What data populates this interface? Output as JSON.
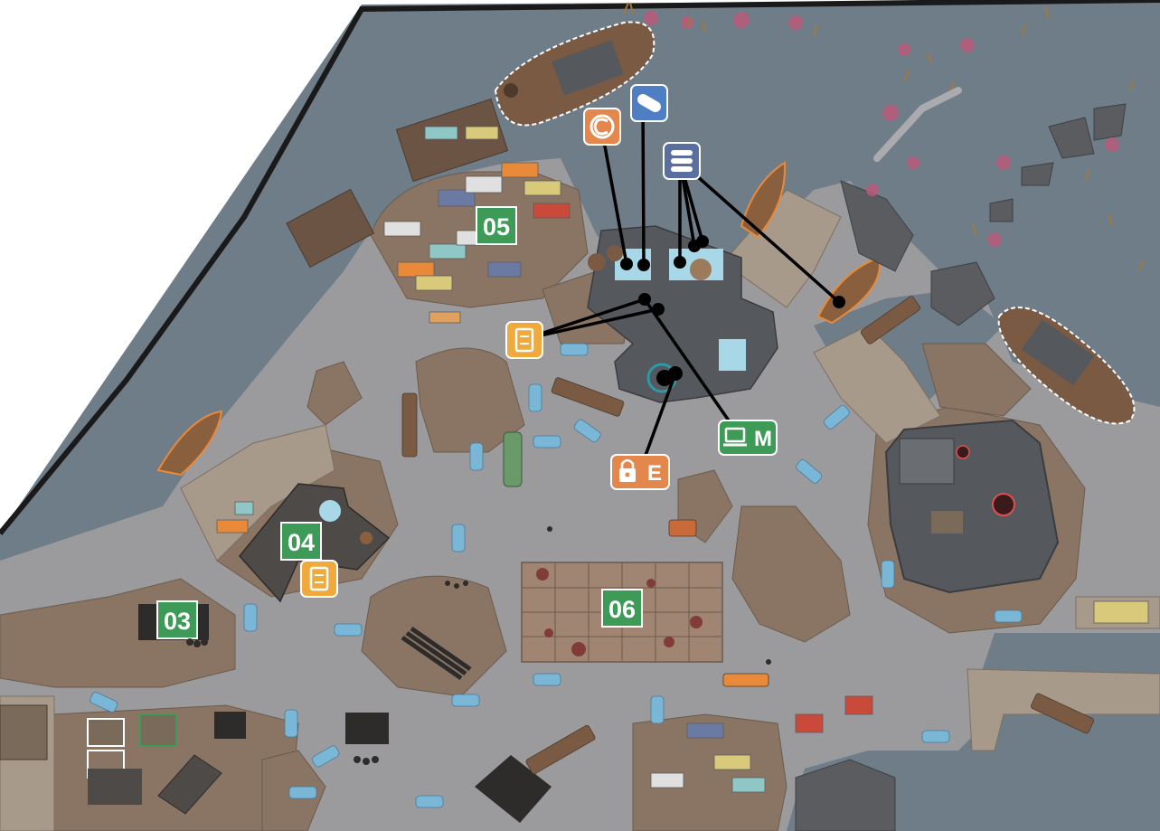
{
  "map": {
    "colors": {
      "water": "#6f7d88",
      "ground": "#9b9b9e",
      "dirt": "#8a7564",
      "dock": "#a89a8a",
      "zone_label_bg": "#3e9a57",
      "loot_icon_bg": "#f0a93c",
      "key_icon_bg": "#e4874c",
      "computer_icon_bg": "#3e9a57",
      "ammo_icon_bg": "#5a6f9e",
      "barrel_icon_bg": "#4f7ec4",
      "coin_icon_bg": "#e4874c",
      "connector": "#000000"
    },
    "zones": [
      {
        "id": "zone-05",
        "label": "05"
      },
      {
        "id": "zone-04",
        "label": "04"
      },
      {
        "id": "zone-03",
        "label": "03"
      },
      {
        "id": "zone-06",
        "label": "06"
      }
    ],
    "poi": {
      "key_locked": {
        "icon": "padlock-icon",
        "letter": "E"
      },
      "computer_terminal": {
        "icon": "laptop-icon",
        "letter": "M"
      },
      "loot_container_north": {
        "icon": "document-icon"
      },
      "loot_container_west": {
        "icon": "document-icon"
      },
      "ammo_cache": {
        "icon": "ammo-icon"
      },
      "supply_cache": {
        "icon": "capsule-icon"
      },
      "coin_cache": {
        "icon": "coin-icon"
      }
    }
  }
}
